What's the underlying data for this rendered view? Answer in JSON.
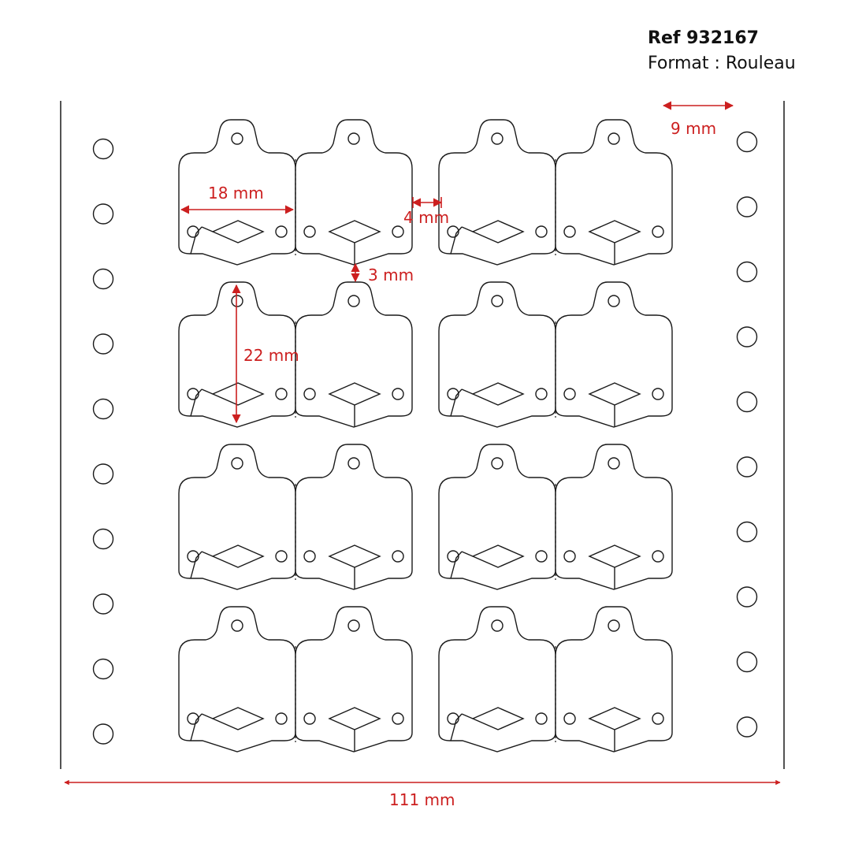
{
  "header": {
    "reference": "Ref 932167",
    "format": "Format : Rouleau"
  },
  "dimensions": {
    "tag_width": "18 mm",
    "gap_horizontal": "4 mm",
    "gap_vertical": "3 mm",
    "tag_height": "22 mm",
    "margin": "9 mm",
    "roll_width": "111 mm"
  },
  "layout": {
    "rows": 4,
    "pairs_per_row": 2,
    "sprocket_holes_per_side": 10
  },
  "colors": {
    "dimension": "#cc1f1f",
    "outline": "#1a1a1a"
  }
}
